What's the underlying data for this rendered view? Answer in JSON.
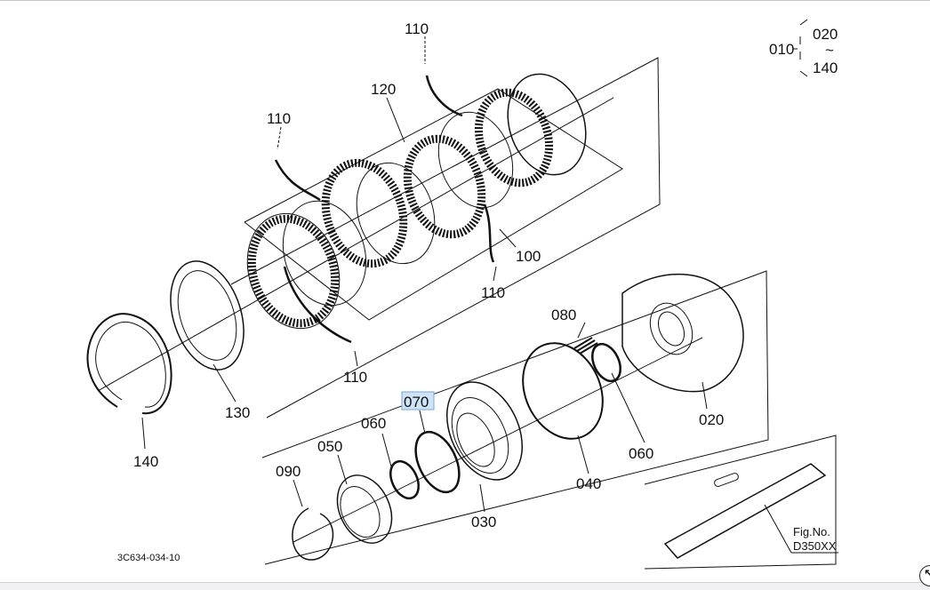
{
  "diagram": {
    "drawing_number": "3C634-034-10",
    "figure": {
      "label": "Fig.No.",
      "number": "D350XX"
    },
    "assembly_ref": {
      "parent": "010",
      "range_start": "020",
      "range_sep": "~",
      "range_end": "140"
    },
    "callouts": [
      {
        "id": "020",
        "label": "020",
        "selected": false
      },
      {
        "id": "030",
        "label": "030",
        "selected": false
      },
      {
        "id": "040",
        "label": "040",
        "selected": false
      },
      {
        "id": "050",
        "label": "050",
        "selected": false
      },
      {
        "id": "060a",
        "label": "060",
        "selected": false
      },
      {
        "id": "060b",
        "label": "060",
        "selected": false
      },
      {
        "id": "070",
        "label": "070",
        "selected": true
      },
      {
        "id": "080",
        "label": "080",
        "selected": false
      },
      {
        "id": "090",
        "label": "090",
        "selected": false
      },
      {
        "id": "100",
        "label": "100",
        "selected": false
      },
      {
        "id": "110a",
        "label": "110",
        "selected": false
      },
      {
        "id": "110b",
        "label": "110",
        "selected": false
      },
      {
        "id": "110c",
        "label": "110",
        "selected": false
      },
      {
        "id": "110d",
        "label": "110",
        "selected": false
      },
      {
        "id": "120",
        "label": "120",
        "selected": false
      },
      {
        "id": "130",
        "label": "130",
        "selected": false
      },
      {
        "id": "140",
        "label": "140",
        "selected": false
      }
    ]
  },
  "controls": {
    "corner_icon": "arrow-up-left-icon",
    "corner_glyph": "↖"
  },
  "colors": {
    "selection": "#cfe3f7",
    "ink": "#111111"
  }
}
